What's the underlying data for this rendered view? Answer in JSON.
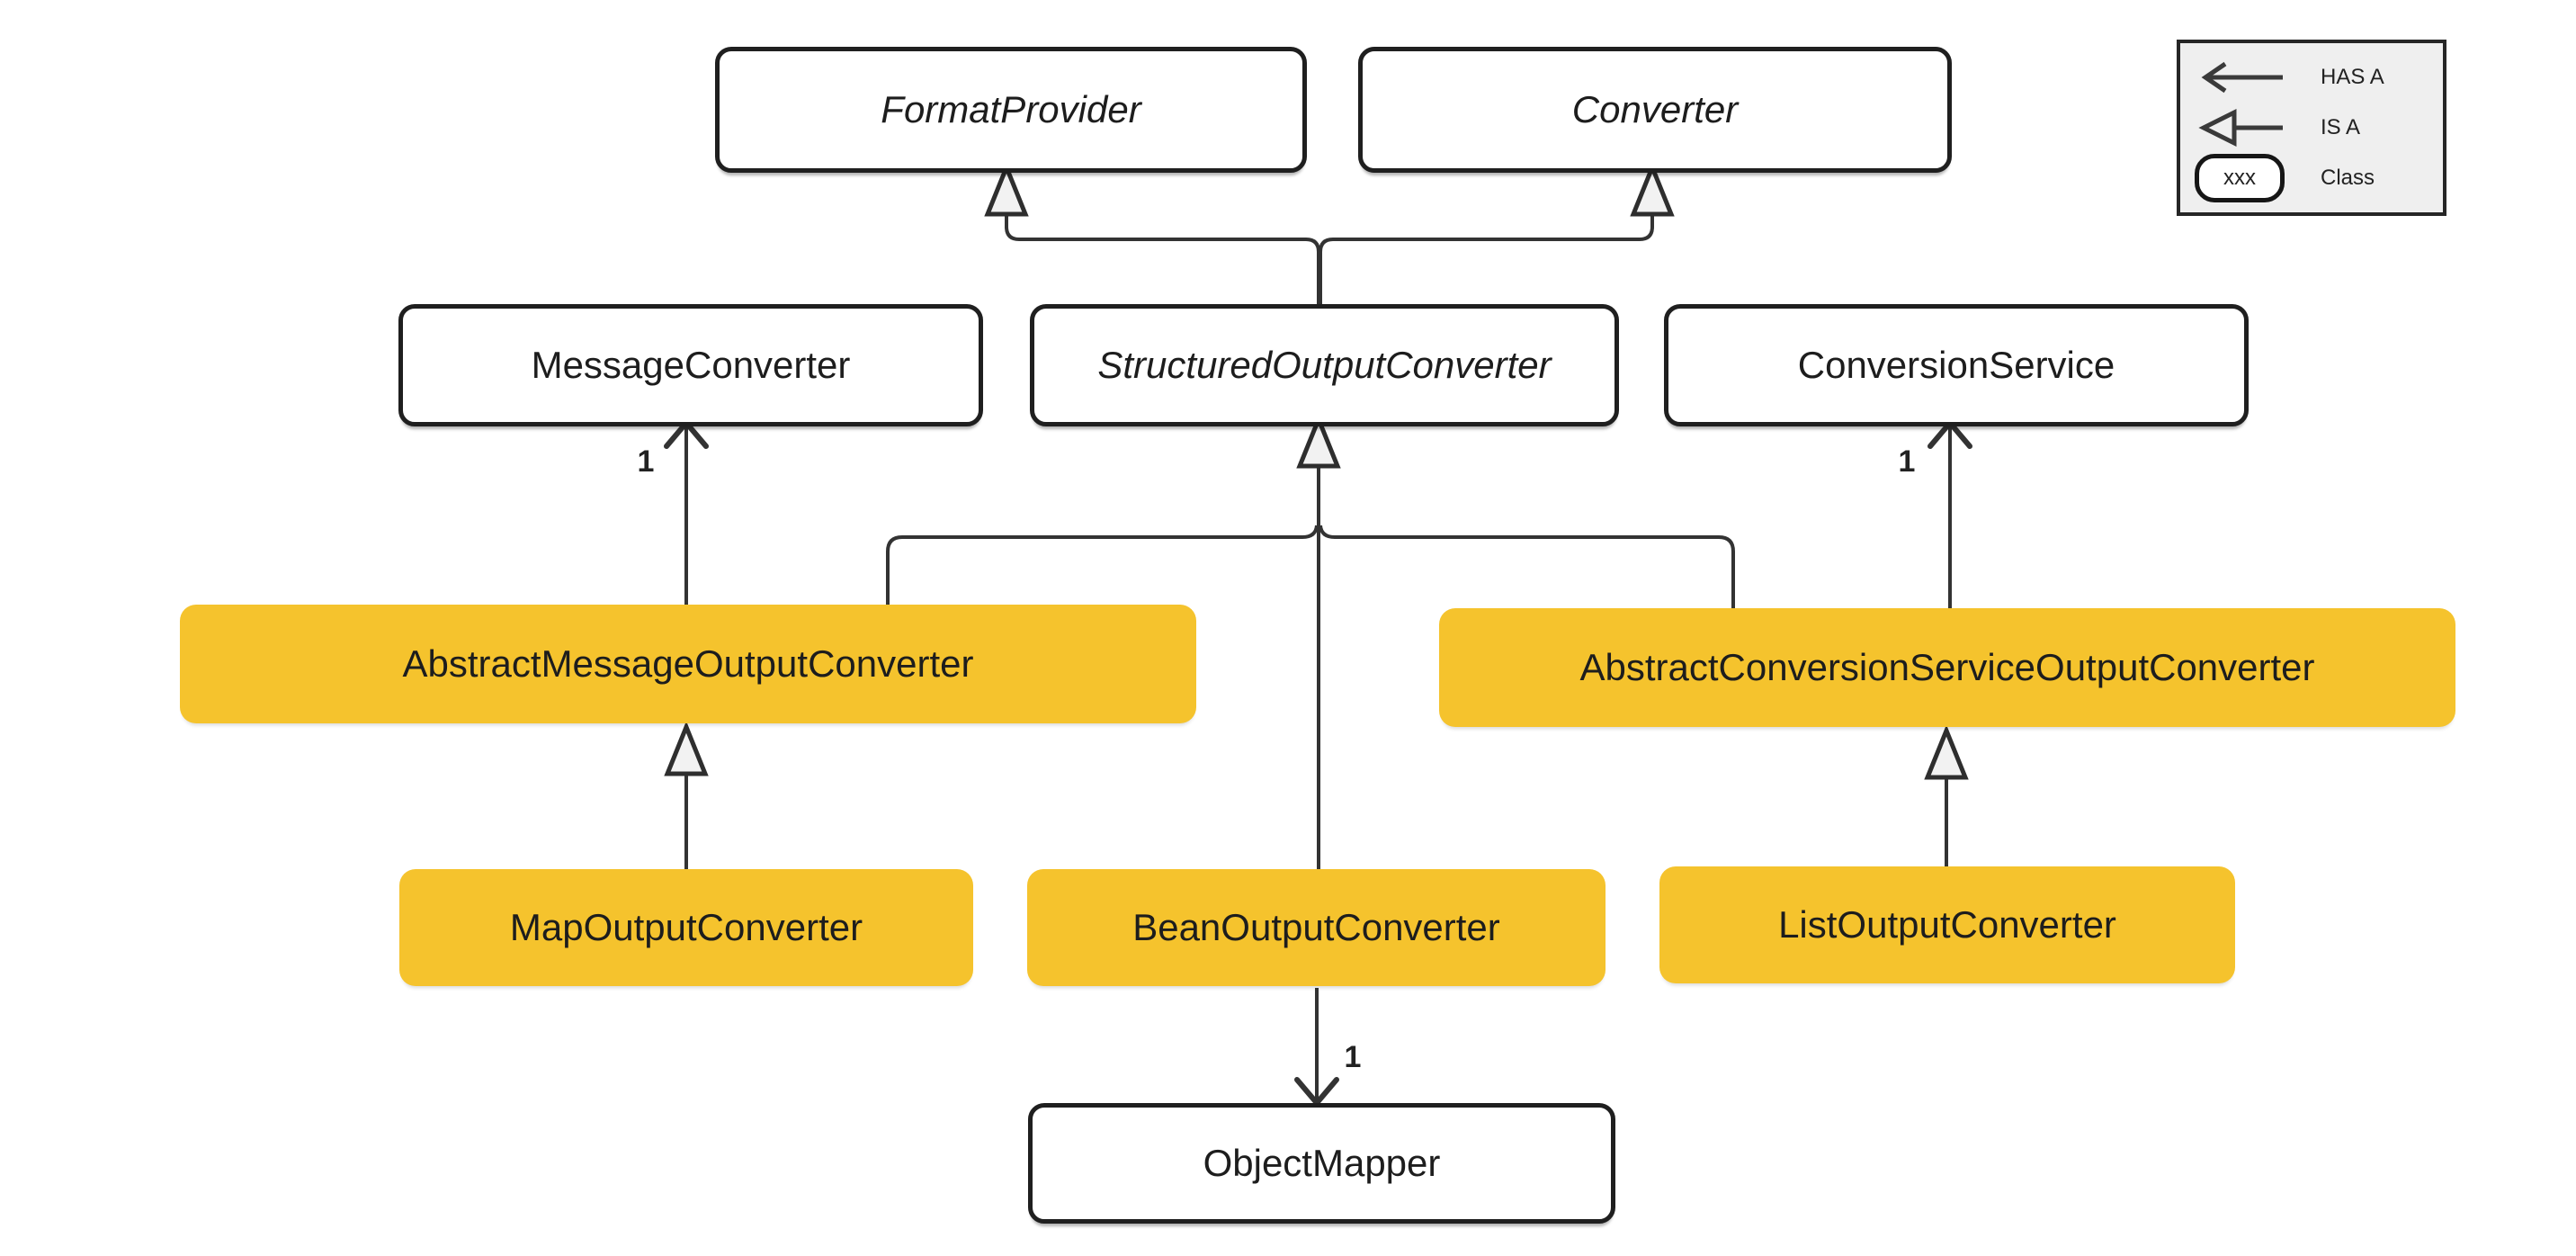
{
  "diagram": {
    "nodes": {
      "format_provider": {
        "label": "FormatProvider",
        "kind": "interface"
      },
      "converter": {
        "label": "Converter",
        "kind": "interface"
      },
      "message_converter": {
        "label": "MessageConverter",
        "kind": "class"
      },
      "structured_output_converter": {
        "label": "StructuredOutputConverter",
        "kind": "interface"
      },
      "conversion_service": {
        "label": "ConversionService",
        "kind": "class"
      },
      "abstract_message_output_converter": {
        "label": "AbstractMessageOutputConverter",
        "kind": "implementation"
      },
      "abstract_conversion_service_output_converter": {
        "label": "AbstractConversionServiceOutputConverter",
        "kind": "implementation"
      },
      "map_output_converter": {
        "label": "MapOutputConverter",
        "kind": "implementation"
      },
      "bean_output_converter": {
        "label": "BeanOutputConverter",
        "kind": "implementation"
      },
      "list_output_converter": {
        "label": "ListOutputConverter",
        "kind": "implementation"
      },
      "object_mapper": {
        "label": "ObjectMapper",
        "kind": "class"
      }
    },
    "edges": {
      "structured_is_a_format_provider": {
        "from": "structured_output_converter",
        "to": "format_provider",
        "type": "IS A"
      },
      "structured_is_a_converter": {
        "from": "structured_output_converter",
        "to": "converter",
        "type": "IS A"
      },
      "abstract_message_has_a_message_converter": {
        "from": "abstract_message_output_converter",
        "to": "message_converter",
        "type": "HAS A",
        "multiplicity": "1"
      },
      "abstract_message_is_a_structured": {
        "from": "abstract_message_output_converter",
        "to": "structured_output_converter",
        "type": "IS A"
      },
      "abstract_conversion_is_a_structured": {
        "from": "abstract_conversion_service_output_converter",
        "to": "structured_output_converter",
        "type": "IS A"
      },
      "abstract_conversion_has_a_conversion_service": {
        "from": "abstract_conversion_service_output_converter",
        "to": "conversion_service",
        "type": "HAS A",
        "multiplicity": "1"
      },
      "bean_is_a_structured": {
        "from": "bean_output_converter",
        "to": "structured_output_converter",
        "type": "IS A"
      },
      "map_is_a_abstract_message": {
        "from": "map_output_converter",
        "to": "abstract_message_output_converter",
        "type": "IS A"
      },
      "list_is_a_abstract_conversion": {
        "from": "list_output_converter",
        "to": "abstract_conversion_service_output_converter",
        "type": "IS A"
      },
      "bean_has_a_object_mapper": {
        "from": "bean_output_converter",
        "to": "object_mapper",
        "type": "HAS A",
        "multiplicity": "1"
      }
    },
    "colors": {
      "implementation_fill": "#F5C32D",
      "line": "#333333",
      "box_border": "#1F1F1F",
      "triangle_fill": "#F2F2F2",
      "legend_background": "#EFEFEF",
      "background": "#FFFFFF"
    }
  },
  "legend": {
    "items": [
      {
        "icon": "has-a-arrow",
        "label": "HAS A"
      },
      {
        "icon": "is-a-arrow",
        "label": "IS A"
      },
      {
        "icon": "class-box",
        "label": "Class",
        "box_text": "xxx"
      }
    ]
  }
}
